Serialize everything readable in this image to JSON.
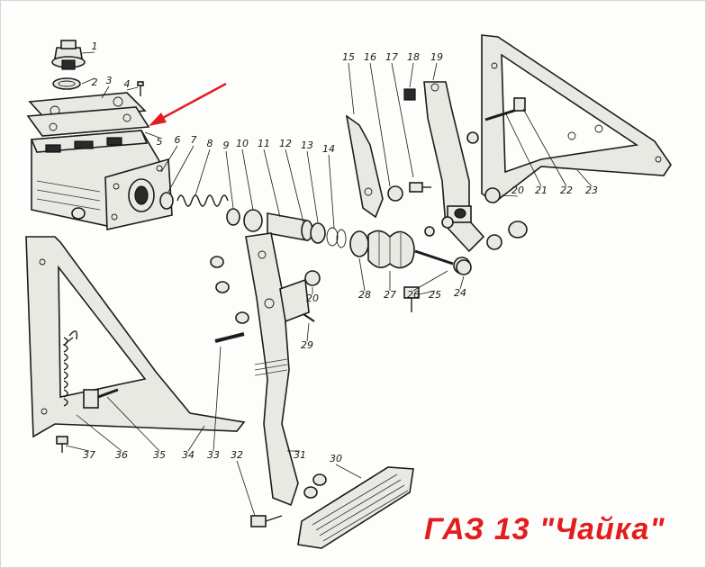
{
  "caption": "ГАЗ 13 \"Чайка\"",
  "colors": {
    "caption": "#e31d1d",
    "arrow": "#e31d1d",
    "ink": "#1c1c1c"
  },
  "callouts": [
    {
      "id": "1",
      "label": "1"
    },
    {
      "id": "2",
      "label": "2"
    },
    {
      "id": "3",
      "label": "3"
    },
    {
      "id": "4",
      "label": "4"
    },
    {
      "id": "5",
      "label": "5"
    },
    {
      "id": "6",
      "label": "6"
    },
    {
      "id": "7",
      "label": "7"
    },
    {
      "id": "8",
      "label": "8"
    },
    {
      "id": "9",
      "label": "9"
    },
    {
      "id": "10",
      "label": "10"
    },
    {
      "id": "11",
      "label": "11"
    },
    {
      "id": "12",
      "label": "12"
    },
    {
      "id": "13",
      "label": "13"
    },
    {
      "id": "14",
      "label": "14"
    },
    {
      "id": "15",
      "label": "15"
    },
    {
      "id": "16",
      "label": "16"
    },
    {
      "id": "17",
      "label": "17"
    },
    {
      "id": "18",
      "label": "18"
    },
    {
      "id": "19",
      "label": "19"
    },
    {
      "id": "20a",
      "label": "20"
    },
    {
      "id": "20b",
      "label": "20"
    },
    {
      "id": "21",
      "label": "21"
    },
    {
      "id": "22",
      "label": "22"
    },
    {
      "id": "23",
      "label": "23"
    },
    {
      "id": "24",
      "label": "24"
    },
    {
      "id": "25",
      "label": "25"
    },
    {
      "id": "26",
      "label": "26"
    },
    {
      "id": "27",
      "label": "27"
    },
    {
      "id": "28",
      "label": "28"
    },
    {
      "id": "29",
      "label": "29"
    },
    {
      "id": "30",
      "label": "30"
    },
    {
      "id": "31",
      "label": "31"
    },
    {
      "id": "32",
      "label": "32"
    },
    {
      "id": "33",
      "label": "33"
    },
    {
      "id": "34",
      "label": "34"
    },
    {
      "id": "35",
      "label": "35"
    },
    {
      "id": "36",
      "label": "36"
    },
    {
      "id": "37",
      "label": "37"
    }
  ]
}
